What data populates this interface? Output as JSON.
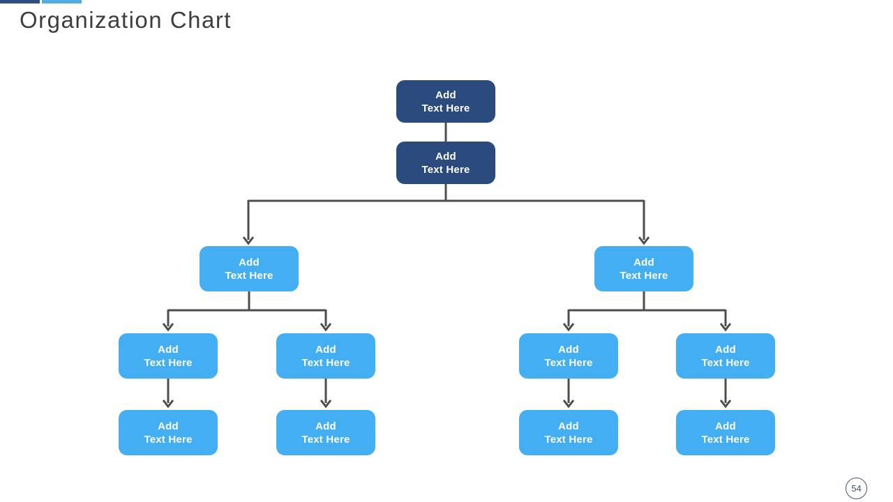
{
  "slide": {
    "title": "Organization Chart",
    "page_number": "54"
  },
  "colors": {
    "node_dark": "#2B4A7E",
    "node_light": "#43AEF1",
    "connector": "#4D4D4D",
    "title_text": "#3D3D3D",
    "accent_bar_dark": "#2F4E7F",
    "accent_bar_light": "#54ADE1",
    "page_badge_outline": "#44546A"
  },
  "org_chart": {
    "nodes": [
      {
        "id": "level1-top",
        "level": 1,
        "style": "dark",
        "line1": "Add",
        "line2": "Text Here"
      },
      {
        "id": "level1-deputy",
        "level": 2,
        "style": "dark",
        "line1": "Add",
        "line2": "Text Here"
      },
      {
        "id": "branch-left",
        "level": 3,
        "style": "light",
        "line1": "Add",
        "line2": "Text Here"
      },
      {
        "id": "branch-right",
        "level": 3,
        "style": "light",
        "line1": "Add",
        "line2": "Text Here"
      },
      {
        "id": "team-left-1",
        "level": 4,
        "style": "light",
        "line1": "Add",
        "line2": "Text Here"
      },
      {
        "id": "team-left-2",
        "level": 4,
        "style": "light",
        "line1": "Add",
        "line2": "Text Here"
      },
      {
        "id": "team-right-1",
        "level": 4,
        "style": "light",
        "line1": "Add",
        "line2": "Text Here"
      },
      {
        "id": "team-right-2",
        "level": 4,
        "style": "light",
        "line1": "Add",
        "line2": "Text Here"
      },
      {
        "id": "member-left-1",
        "level": 5,
        "style": "light",
        "line1": "Add",
        "line2": "Text Here"
      },
      {
        "id": "member-left-2",
        "level": 5,
        "style": "light",
        "line1": "Add",
        "line2": "Text Here"
      },
      {
        "id": "member-right-1",
        "level": 5,
        "style": "light",
        "line1": "Add",
        "line2": "Text Here"
      },
      {
        "id": "member-right-2",
        "level": 5,
        "style": "light",
        "line1": "Add",
        "line2": "Text Here"
      }
    ]
  }
}
